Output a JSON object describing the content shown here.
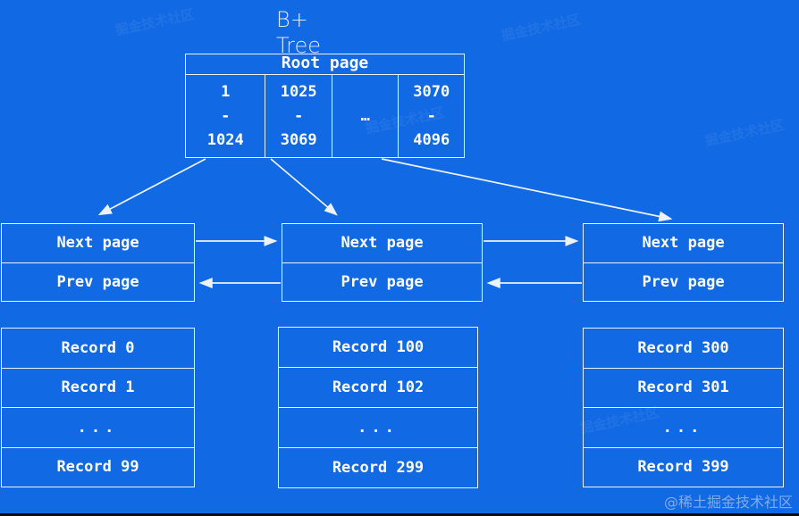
{
  "title": {
    "text": "B+\nTree"
  },
  "root": {
    "header": "Root page",
    "cells": [
      "1\n-\n1024",
      "1025\n-\n3069",
      "…",
      "3070\n-\n4096"
    ]
  },
  "leaves": [
    {
      "next": "Next page",
      "prev": "Prev page"
    },
    {
      "next": "Next page",
      "prev": "Prev page"
    },
    {
      "next": "Next page",
      "prev": "Prev page"
    }
  ],
  "record_stacks": [
    {
      "rows": [
        "Record 0",
        "Record 1",
        "...",
        "Record 99"
      ]
    },
    {
      "rows": [
        "Record 100",
        "Record 102",
        "...",
        "Record 299"
      ]
    },
    {
      "rows": [
        "Record 300",
        "Record 301",
        "...",
        "Record 399"
      ]
    }
  ],
  "watermarks": {
    "corner": "@稀土掘金技术社区",
    "tiled": "掘金技术社区"
  },
  "colors": {
    "background": "#1169e4",
    "line": "#edf2f8",
    "text": "#ffffff"
  }
}
